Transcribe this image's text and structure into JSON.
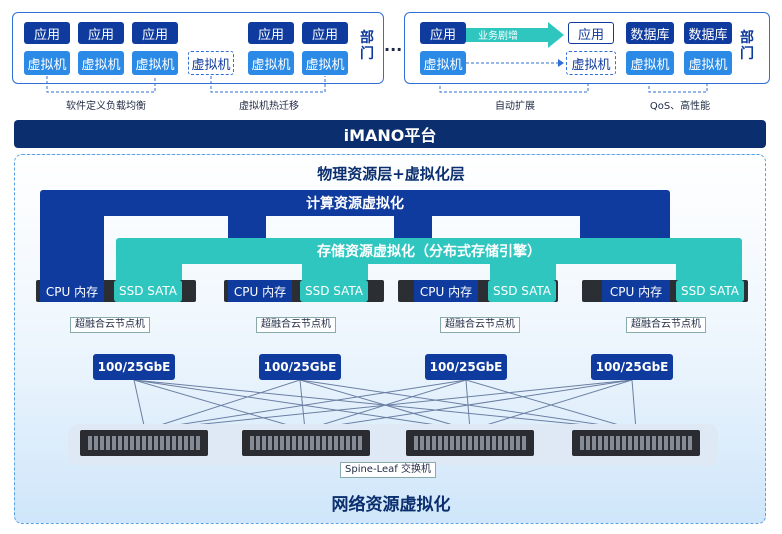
{
  "top_left": {
    "apps": [
      "应用",
      "应用",
      "应用",
      "应用",
      "应用"
    ],
    "vms": [
      "虚拟机",
      "虚拟机",
      "虚拟机",
      "虚拟机",
      "虚拟机"
    ],
    "floating_vm": "虚拟机",
    "dept": "部门",
    "ellipsis": "...",
    "caption_left": "软件定义负载均衡",
    "caption_right": "虚拟机热迁移"
  },
  "top_right": {
    "app1": "应用",
    "app2": "应用",
    "vm1": "虚拟机",
    "vm2": "虚拟机",
    "arrow_label": "业务剧增",
    "db1": "数据库",
    "db2": "数据库",
    "vm3": "虚拟机",
    "vm4": "虚拟机",
    "dept": "部门",
    "caption_auto": "自动扩展",
    "caption_qos": "QoS、高性能"
  },
  "platform": {
    "title": "iMANO平台"
  },
  "physical": {
    "title": "物理资源层+虚拟化层",
    "compute": "计算资源虚拟化",
    "storage": "存储资源虚拟化（分布式存储引擎）",
    "nodes": [
      {
        "cpu": "CPU 内存",
        "ssd": "SSD SATA",
        "label": "超融合云节点机"
      },
      {
        "cpu": "CPU 内存",
        "ssd": "SSD SATA",
        "label": "超融合云节点机"
      },
      {
        "cpu": "CPU 内存",
        "ssd": "SSD SATA",
        "label": "超融合云节点机"
      },
      {
        "cpu": "CPU 内存",
        "ssd": "SSD SATA",
        "label": "超融合云节点机"
      }
    ]
  },
  "network": {
    "gbe": [
      "100/25GbE",
      "100/25GbE",
      "100/25GbE",
      "100/25GbE"
    ],
    "switch_label": "Spine-Leaf 交换机",
    "title": "网络资源虚拟化"
  },
  "colors": {
    "navy": "#0f3a9e",
    "blue": "#2b8ae6",
    "teal": "#2fc6c0",
    "dark_bar": "#0b2f6e"
  }
}
